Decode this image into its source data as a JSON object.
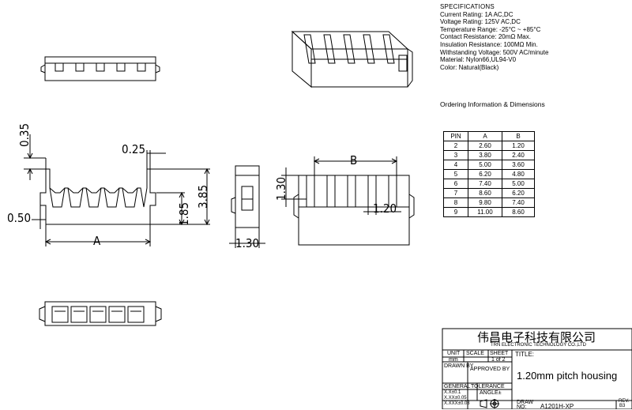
{
  "specifications": {
    "heading": "SPECIFICATIONS",
    "lines": [
      "Current Rating: 1A AC,DC",
      "Voltage Rating: 125V AC,DC",
      "Temperature Range: -25°C ~ +85°C",
      "Contact Resistance: 20mΩ Max.",
      "Insulation Resistance: 100MΩ Min.",
      "Withstanding Voltage: 500V AC/minute",
      "Material: Nylon66,UL94-V0",
      "Color: Natural(Black)"
    ]
  },
  "ordering": {
    "heading": "Ordering Information & Dimensions"
  },
  "pin_table": {
    "headers": [
      "PIN",
      "A",
      "B"
    ],
    "rows": [
      [
        "2",
        "2.60",
        "1.20"
      ],
      [
        "3",
        "3.80",
        "2.40"
      ],
      [
        "4",
        "5.00",
        "3.60"
      ],
      [
        "5",
        "6.20",
        "4.80"
      ],
      [
        "6",
        "7.40",
        "5.00"
      ],
      [
        "7",
        "8.60",
        "6.20"
      ],
      [
        "8",
        "9.80",
        "7.40"
      ],
      [
        "9",
        "11.00",
        "8.60"
      ]
    ]
  },
  "dimensions": {
    "d035": "0.35",
    "d025": "0.25",
    "d050": "0.50",
    "d185": "1.85",
    "d385": "3.85",
    "dA": "A",
    "d130_bottom": "1.30",
    "d130_side": "1.30",
    "dB": "B",
    "d120": "1.20"
  },
  "title_block": {
    "company_cn": "伟昌电子科技有限公司",
    "company_en": "TRN ELECTRONIC TECHNOLOGY CO.,LTD",
    "unit_label": "UNIT",
    "scale_label": "SCALE",
    "sheet_label": "SHEET",
    "title_label": "TITLE:",
    "unit_value": "mm",
    "sheet_value": "1 of 2",
    "drawn_by_label": "DRAWN BY",
    "approved_by_label": "APPROVED BY",
    "title_value": "1.20mm pitch housing",
    "general_label": "GENERAL",
    "tolerance_label": "TOLERANCE",
    "tol_lines": [
      "X.X±0.1",
      "X.XX±0.05",
      "X.XXX±0.03"
    ],
    "angle_label": "ANGLE±",
    "draw_label": "DRAW",
    "no_label": "NO:",
    "draw_no": "A1201H-XP",
    "rev_label": "REV.",
    "rev_value": "B3"
  }
}
